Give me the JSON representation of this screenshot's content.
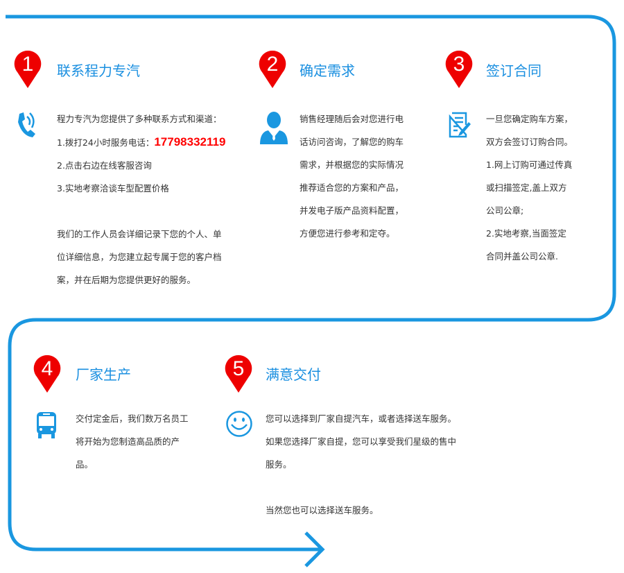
{
  "colors": {
    "accent": "#1a97e0",
    "pin": "#ee0000",
    "phone": "#ff0000"
  },
  "steps": [
    {
      "number": "1",
      "title": "联系程力专汽",
      "icon": "phone-icon",
      "lines": [
        "程力专汽为您提供了多种联系方式和渠道：",
        "1.拨打24小时服务电话：",
        "2.点击右边在线客服咨询",
        "3.实地考察洽谈车型配置价格",
        "",
        "我们的工作人员会详细记录下您的个人、单",
        "位详细信息，为您建立起专属于您的客户档",
        "案，并在后期为您提供更好的服务。"
      ],
      "phone": "17798332119"
    },
    {
      "number": "2",
      "title": "确定需求",
      "icon": "user-icon",
      "lines": [
        "销售经理随后会对您进行电",
        "话访问咨询，了解您的购车",
        "需求，并根据您的实际情况",
        "推荐适合您的方案和产品，",
        "并发电子版产品资料配置，",
        "方便您进行参考和定夺。"
      ]
    },
    {
      "number": "3",
      "title": "签订合同",
      "icon": "contract-icon",
      "lines": [
        "一旦您确定购车方案，",
        "双方会签订订购合同。",
        "1.网上订购可通过传真",
        "或扫描签定,盖上双方",
        "公司公章;",
        "2.实地考察,当面签定",
        "合同并盖公司公章."
      ]
    },
    {
      "number": "4",
      "title": "厂家生产",
      "icon": "bus-icon",
      "lines": [
        "交付定金后，我们数万名员工",
        "将开始为您制造高品质的产",
        "品。"
      ]
    },
    {
      "number": "5",
      "title": "满意交付",
      "icon": "smiley-icon",
      "lines": [
        "您可以选择到厂家自提汽车，或者选择送车服务。",
        "如果您选择厂家自提，您可以享受我们星级的售中",
        "服务。",
        "",
        "当然您也可以选择送车服务。"
      ]
    }
  ]
}
